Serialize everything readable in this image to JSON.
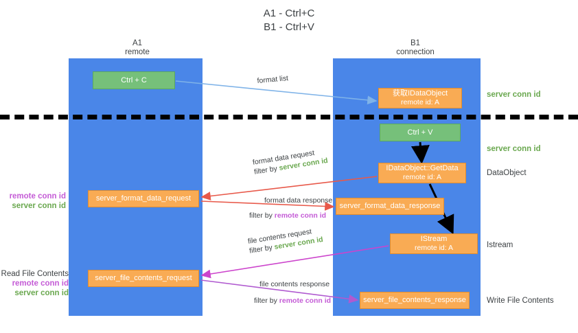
{
  "title": {
    "line1": "A1 - Ctrl+C",
    "line2": "B1 - Ctrl+V"
  },
  "columns": {
    "a1": {
      "name": "A1",
      "role": "remote"
    },
    "b1": {
      "name": "B1",
      "role": "connection"
    }
  },
  "nodes": {
    "ctrl_c": {
      "line1": "Ctrl + C",
      "line2": ""
    },
    "get_idataobject": {
      "line1": "获取IDataObject",
      "line2": "remote id: A"
    },
    "ctrl_v": {
      "line1": "Ctrl + V",
      "line2": ""
    },
    "getdata": {
      "line1": "IDataObject::GetData",
      "line2": "remote id: A"
    },
    "istream": {
      "line1": "IStream",
      "line2": "remote id: A"
    },
    "server_format_data_request": {
      "line1": "server_format_data_request",
      "line2": ""
    },
    "server_format_data_response": {
      "line1": "server_format_data_response",
      "line2": ""
    },
    "server_file_contents_request": {
      "line1": "server_file_contents_request",
      "line2": ""
    },
    "server_file_contents_response": {
      "line1": "server_file_contents_response",
      "line2": ""
    }
  },
  "edge_labels": {
    "format_list": "format list",
    "format_data_request": {
      "line1": "format data request",
      "prefix": "filter by ",
      "id": "server conn id"
    },
    "format_data_response": {
      "line1": "format data response",
      "prefix": "filter by ",
      "id": "remote conn id"
    },
    "file_contents_request": {
      "line1": "file contents request",
      "prefix": "filter by ",
      "id": "server conn id"
    },
    "file_contents_response": {
      "line1": "file contents response",
      "prefix": "filter by ",
      "id": "remote conn id"
    }
  },
  "annotations": {
    "right": {
      "server_conn_id_top": "server conn id",
      "server_conn_id_mid": "server conn id",
      "dataobject": "DataObject",
      "istream": "Istream",
      "write_file_contents": "Write File Contents"
    },
    "left": {
      "remote_conn_id_1": "remote conn id",
      "server_conn_id_1": "server conn id",
      "read_file_contents": "Read File Contents",
      "remote_conn_id_2": "remote conn id",
      "server_conn_id_2": "server conn id"
    }
  },
  "colors": {
    "lane": "#4a86e8",
    "node_green": "#76c07a",
    "node_orange": "#f9ab54",
    "server_conn_id": "#6aa84f",
    "remote_conn_id": "#c45bd6",
    "arrow_blue": "#7fb3e8",
    "arrow_red": "#e8594a",
    "arrow_magenta": "#cc44cc",
    "arrow_purple": "#b05ad0",
    "arrow_black": "#000000",
    "separator": "#000000"
  }
}
